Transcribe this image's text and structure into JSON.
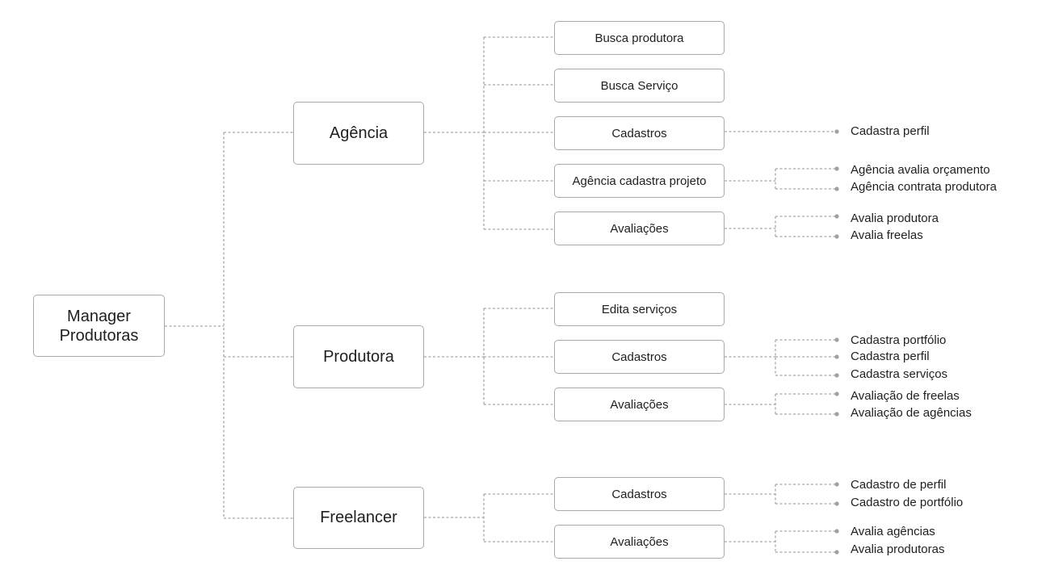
{
  "diagram": {
    "root": {
      "label": "Manager\nProdutoras"
    },
    "categories": [
      {
        "label": "Agência",
        "children": [
          {
            "label": "Busca produtora",
            "leaves": []
          },
          {
            "label": "Busca Serviço",
            "leaves": []
          },
          {
            "label": "Cadastros",
            "leaves": [
              "Cadastra perfil"
            ]
          },
          {
            "label": "Agência cadastra projeto",
            "leaves": [
              "Agência avalia orçamento",
              "Agência contrata produtora"
            ]
          },
          {
            "label": "Avaliações",
            "leaves": [
              "Avalia produtora",
              "Avalia freelas"
            ]
          }
        ]
      },
      {
        "label": "Produtora",
        "children": [
          {
            "label": "Edita serviços",
            "leaves": []
          },
          {
            "label": "Cadastros",
            "leaves": [
              "Cadastra portfólio",
              "Cadastra perfil",
              "Cadastra serviços"
            ]
          },
          {
            "label": "Avaliações",
            "leaves": [
              "Avaliação de freelas",
              "Avaliação de agências"
            ]
          }
        ]
      },
      {
        "label": "Freelancer",
        "children": [
          {
            "label": "Cadastros",
            "leaves": [
              "Cadastro de perfil",
              "Cadastro de portfólio"
            ]
          },
          {
            "label": "Avaliações",
            "leaves": [
              "Avalia agências",
              "Avalia produtoras"
            ]
          }
        ]
      }
    ],
    "colors": {
      "connector": "#a8a8a8",
      "border": "#a9a9a9",
      "text": "#1f1f1f",
      "dot": "#a0a0a0"
    }
  }
}
